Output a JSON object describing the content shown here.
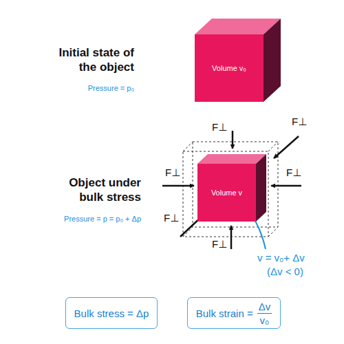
{
  "diagram": {
    "nodes": [
      {
        "text": [
          "Volume v₀"
        ]
      },
      {
        "text": [
          "Volume v"
        ]
      },
      {
        "text": [
          "Bulk stress = Δp"
        ]
      },
      {
        "text": [
          "Bulk strain =",
          "Δv",
          "v₀"
        ]
      }
    ],
    "labels": [
      "Initial state of the object",
      "Pressure = p₀",
      "F⊥",
      "F⊥",
      "F⊥",
      "F⊥",
      "Object under bulk stress",
      "F⊥",
      "F⊥",
      "Pressure = p = p₀ + Δp",
      "v = v₀+ Δv",
      "(Δv < 0)"
    ]
  }
}
